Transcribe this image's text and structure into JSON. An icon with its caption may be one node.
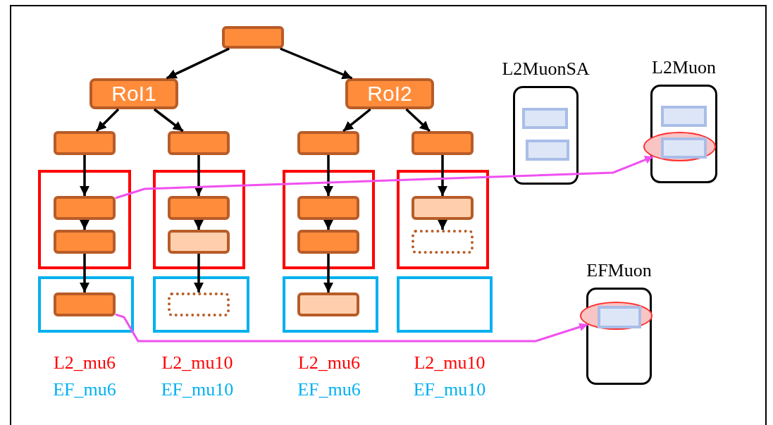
{
  "diagram": {
    "nodes": [
      {
        "text": [],
        "shape": "box"
      },
      {
        "text": [
          "RoI1"
        ]
      },
      {
        "text": [
          "RoI2"
        ]
      },
      {
        "text": [],
        "shape": "box"
      },
      {
        "text": [],
        "shape": "box"
      },
      {
        "text": [],
        "shape": "box"
      },
      {
        "text": [],
        "shape": "box"
      },
      {
        "text": [],
        "shape": "box"
      },
      {
        "text": [],
        "shape": "box",
        "in": 7
      },
      {
        "text": [],
        "shape": "box",
        "in": 7
      },
      {
        "text": [],
        "shape": "box"
      },
      {
        "text": [],
        "shape": "box",
        "in": 10
      },
      {
        "text": [],
        "shape": "box",
        "in": 10
      },
      {
        "text": [],
        "shape": "box"
      },
      {
        "text": [],
        "shape": "box",
        "in": 13
      },
      {
        "text": [],
        "shape": "box",
        "in": 13
      },
      {
        "text": [],
        "shape": "box"
      },
      {
        "text": [],
        "shape": "box",
        "in": 16
      },
      {
        "text": [],
        "shape": "box",
        "in": 16
      },
      {
        "text": [],
        "shape": "box"
      },
      {
        "text": [],
        "shape": "box",
        "in": 19
      },
      {
        "text": [],
        "shape": "box"
      },
      {
        "text": [],
        "shape": "box",
        "in": 21
      },
      {
        "text": [],
        "shape": "box"
      },
      {
        "text": [],
        "shape": "box",
        "in": 23
      },
      {
        "text": [],
        "shape": "box"
      },
      {
        "text": [
          "L2MuonSA"
        ]
      },
      {
        "text": [],
        "shape": "box",
        "in": 26
      },
      {
        "text": [],
        "shape": "box",
        "in": 26
      },
      {
        "text": [
          "L2Muon"
        ]
      },
      {
        "text": [],
        "shape": "box",
        "in": 29
      },
      {
        "text": [],
        "shape": "ellipse",
        "in": 29
      },
      {
        "text": [],
        "shape": "box",
        "in": 31
      },
      {
        "text": [
          "EFMuon"
        ]
      },
      {
        "text": [],
        "shape": "ellipse",
        "in": 33
      },
      {
        "text": [],
        "shape": "box",
        "in": 34
      }
    ],
    "edges": [
      {
        "from": 0,
        "to": 1,
        "arrow": "to"
      },
      {
        "from": 0,
        "to": 2,
        "arrow": "to"
      },
      {
        "from": 1,
        "to": 3,
        "arrow": "to"
      },
      {
        "from": 1,
        "to": 4,
        "arrow": "to"
      },
      {
        "from": 2,
        "to": 5,
        "arrow": "to"
      },
      {
        "from": 2,
        "to": 6,
        "arrow": "to"
      },
      {
        "from": 3,
        "to": 8,
        "arrow": "to"
      },
      {
        "from": 8,
        "to": 9,
        "arrow": "to"
      },
      {
        "from": 9,
        "to": 20,
        "arrow": "to"
      },
      {
        "from": 4,
        "to": 11,
        "arrow": "to"
      },
      {
        "from": 11,
        "to": 12,
        "arrow": "to"
      },
      {
        "from": 12,
        "to": 22,
        "arrow": "to"
      },
      {
        "from": 5,
        "to": 14,
        "arrow": "to"
      },
      {
        "from": 14,
        "to": 15,
        "arrow": "to"
      },
      {
        "from": 15,
        "to": 24,
        "arrow": "to"
      },
      {
        "from": 6,
        "to": 17,
        "arrow": "to"
      },
      {
        "from": 17,
        "to": 18,
        "arrow": "to"
      },
      {
        "from": 8,
        "to": 31,
        "arrow": "to",
        "color": "#f050f0"
      },
      {
        "from": 20,
        "to": 34,
        "arrow": "to",
        "color": "#f050f0"
      }
    ],
    "labels": [
      "L2_mu6",
      "L2_mu10",
      "L2_mu6",
      "L2_mu10",
      "EF_mu6",
      "EF_mu10",
      "EF_mu6",
      "EF_mu10"
    ]
  }
}
